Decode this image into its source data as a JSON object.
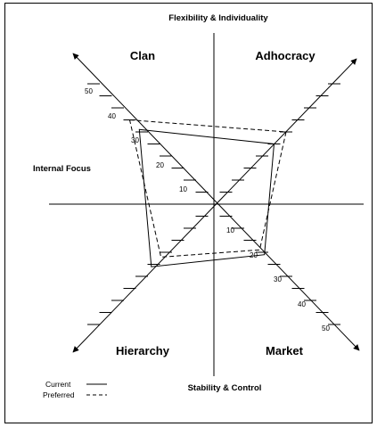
{
  "axes": {
    "top": "Flexibility & Individuality",
    "bottom": "Stability & Control",
    "left": "Internal Focus"
  },
  "quadrants": {
    "top_left": "Clan",
    "top_right": "Adhocracy",
    "bottom_left": "Hierarchy",
    "bottom_right": "Market"
  },
  "ticks": {
    "clan": [
      "10",
      "20",
      "30",
      "40",
      "50"
    ],
    "market": [
      "10",
      "20",
      "30",
      "40",
      "50"
    ]
  },
  "legend": {
    "current": "Current",
    "preferred": "Preferred"
  },
  "chart_data": {
    "type": "radar",
    "axes_order": [
      "Clan",
      "Adhocracy",
      "Market",
      "Hierarchy"
    ],
    "range": [
      0,
      50
    ],
    "tick_step": 5,
    "series": [
      {
        "name": "Current",
        "style": "solid",
        "values": [
          31,
          25,
          21,
          26
        ]
      },
      {
        "name": "Preferred",
        "style": "dashed",
        "values": [
          35,
          30,
          19,
          22
        ]
      }
    ]
  }
}
